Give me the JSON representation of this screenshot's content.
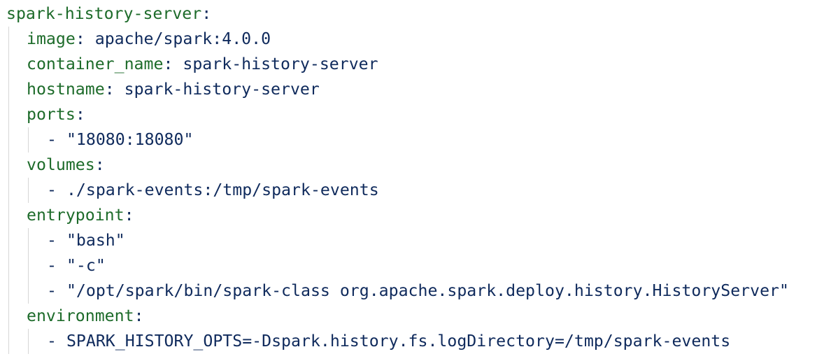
{
  "colors": {
    "key": "#1d6b2a",
    "value": "#0f2a5c",
    "indent_guide": "#d6d6d6",
    "background": "#ffffff"
  },
  "yaml": {
    "root_key": "spark-history-server",
    "colon": ":",
    "image": {
      "key": "image",
      "value": "apache/spark:4.0.0"
    },
    "container_name": {
      "key": "container_name",
      "value": "spark-history-server"
    },
    "hostname": {
      "key": "hostname",
      "value": "spark-history-server"
    },
    "ports": {
      "key": "ports",
      "items": [
        "\"18080:18080\""
      ]
    },
    "volumes": {
      "key": "volumes",
      "items": [
        "./spark-events:/tmp/spark-events"
      ]
    },
    "entrypoint": {
      "key": "entrypoint",
      "items": [
        "\"bash\"",
        "\"-c\"",
        "\"/opt/spark/bin/spark-class org.apache.spark.deploy.history.HistoryServer\""
      ]
    },
    "environment": {
      "key": "environment",
      "items": [
        "SPARK_HISTORY_OPTS=-Dspark.history.fs.logDirectory=/tmp/spark-events"
      ]
    },
    "dash": "-"
  }
}
